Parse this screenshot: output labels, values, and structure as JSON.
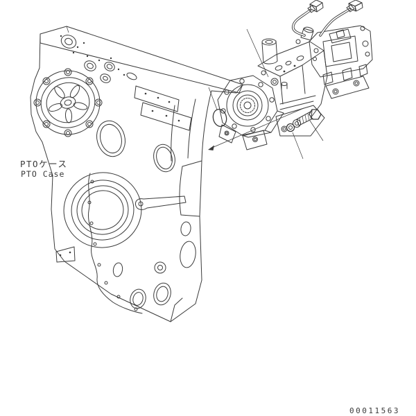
{
  "page": {
    "background_color": "#ffffff",
    "line_color": "#3a3a3a",
    "type": "parts-catalog-line-drawing"
  },
  "labels": {
    "pto_case_ja": "PTOケース",
    "pto_case_en": "PTO Case"
  },
  "footer": {
    "drawing_number": "00011563"
  },
  "drawing_elements": [
    "pto-case-housing",
    "hydraulic-pump-assembly",
    "pump-mounting-flange",
    "o-ring",
    "washer",
    "mounting-bolt",
    "connector-plug-left",
    "connector-plug-right",
    "wire-harness",
    "leader-lines"
  ]
}
